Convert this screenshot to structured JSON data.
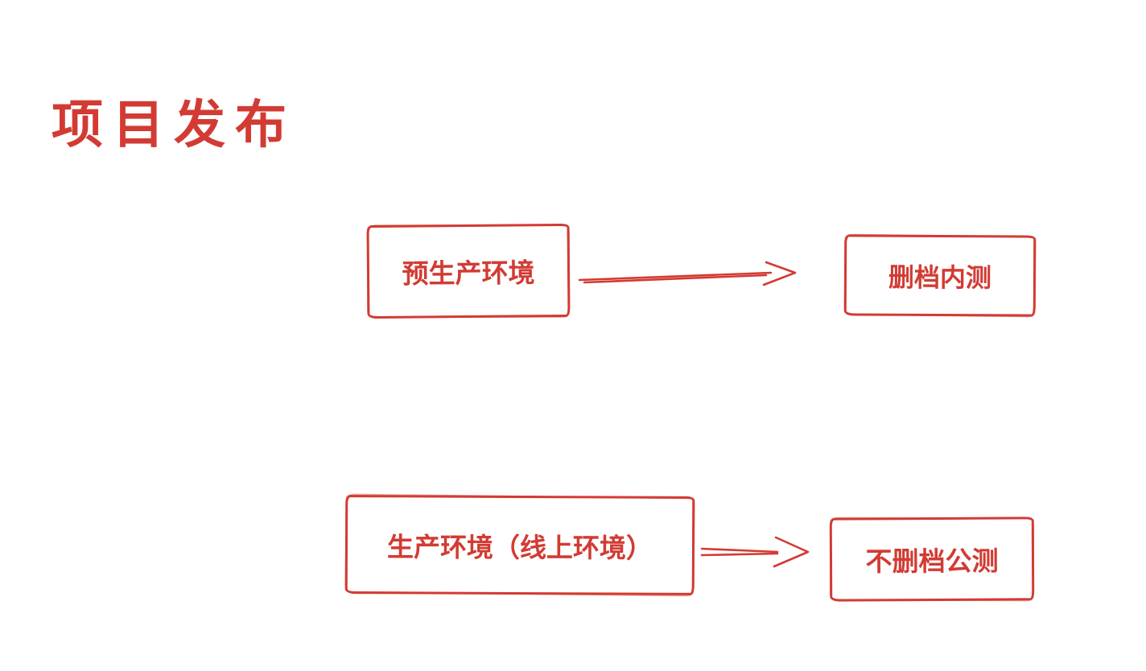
{
  "page": {
    "title": "项目发布"
  },
  "diagram": {
    "accent_color": "#d23b33",
    "background_color": "#ffffff",
    "style": "hand-drawn-sketch",
    "rows": [
      {
        "source": "预生产环境",
        "target": "删档内测",
        "connector": "arrow-right"
      },
      {
        "source": "生产环境（线上环境）",
        "target": "不删档公测",
        "connector": "arrow-right"
      }
    ]
  }
}
